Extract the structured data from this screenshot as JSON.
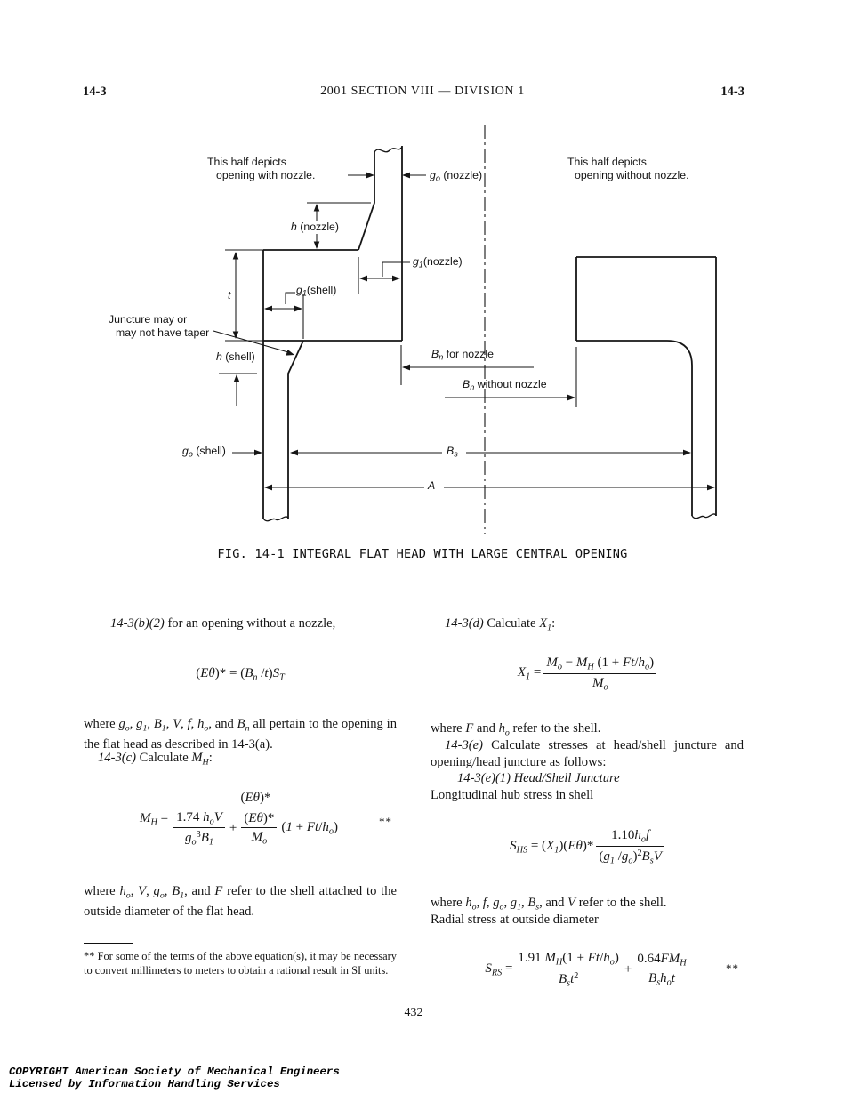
{
  "header": {
    "left": "14-3",
    "center": "2001 SECTION VIII — DIVISION 1",
    "right": "14-3"
  },
  "figure": {
    "caption": "FIG. 14-1  INTEGRAL FLAT HEAD WITH LARGE CENTRAL OPENING",
    "labels": {
      "left_note1": [
        [
          "r",
          "This half depicts"
        ]
      ],
      "left_note2": [
        [
          "r",
          "opening with nozzle."
        ]
      ],
      "right_note1": [
        [
          "r",
          "This half depicts"
        ]
      ],
      "right_note2": [
        [
          "r",
          "opening without nozzle."
        ]
      ],
      "go_nozzle": [
        [
          "i",
          "g"
        ],
        [
          "sub",
          "o"
        ],
        [
          "r",
          " (nozzle)"
        ]
      ],
      "h_nozzle": [
        [
          "i",
          "h"
        ],
        [
          "r",
          " (nozzle)"
        ]
      ],
      "g1_nozzle": [
        [
          "i",
          "g"
        ],
        [
          "sub",
          "1"
        ],
        [
          "r",
          "(nozzle)"
        ]
      ],
      "g1_shell": [
        [
          "i",
          "g"
        ],
        [
          "sub",
          "1"
        ],
        [
          "r",
          "(shell)"
        ]
      ],
      "t_dim": [
        [
          "i",
          "t"
        ]
      ],
      "juncture1": [
        [
          "r",
          "Juncture may or"
        ]
      ],
      "juncture2": [
        [
          "r",
          "may not have taper"
        ]
      ],
      "h_shell": [
        [
          "i",
          "h"
        ],
        [
          "r",
          " (shell)"
        ]
      ],
      "go_shell": [
        [
          "i",
          "g"
        ],
        [
          "sub",
          "o"
        ],
        [
          "r",
          " (shell)"
        ]
      ],
      "bn_nozzle": [
        [
          "i",
          "B"
        ],
        [
          "sub",
          "n"
        ],
        [
          "r",
          " for nozzle"
        ]
      ],
      "bn_without": [
        [
          "i",
          "B"
        ],
        [
          "sub",
          "n"
        ],
        [
          "r",
          " without nozzle"
        ]
      ],
      "bs_dim": [
        [
          "i",
          "B"
        ],
        [
          "sub",
          "s"
        ]
      ],
      "a_dim": [
        [
          "i",
          "A"
        ]
      ]
    }
  },
  "left_column": {
    "p1": [
      [
        "i",
        "14-3(b)(2)"
      ],
      [
        "r",
        " for an opening without a nozzle,"
      ]
    ],
    "eq1": {
      "body": [
        [
          "r",
          "("
        ],
        [
          "i",
          "Eθ"
        ],
        [
          "r",
          ")* = ("
        ],
        [
          "i",
          "B"
        ],
        [
          "sub",
          "n"
        ],
        [
          "r",
          " /"
        ],
        [
          "i",
          "t"
        ],
        [
          "r",
          ")"
        ],
        [
          "i",
          "S"
        ],
        [
          "sub",
          "T"
        ]
      ]
    },
    "p2": [
      [
        "r",
        "where "
      ],
      [
        "i",
        "g"
      ],
      [
        "sub",
        "o"
      ],
      [
        "r",
        ", "
      ],
      [
        "i",
        "g"
      ],
      [
        "sub",
        "1"
      ],
      [
        "r",
        ", "
      ],
      [
        "i",
        "B"
      ],
      [
        "sub",
        "1"
      ],
      [
        "r",
        ", "
      ],
      [
        "i",
        "V"
      ],
      [
        "r",
        ", "
      ],
      [
        "i",
        "f"
      ],
      [
        "r",
        ", "
      ],
      [
        "i",
        "h"
      ],
      [
        "sub",
        "o"
      ],
      [
        "r",
        ", and "
      ],
      [
        "i",
        "B"
      ],
      [
        "sub",
        "n"
      ],
      [
        "r",
        " all pertain to the opening in the flat head as described in 14-3(a)."
      ]
    ],
    "p3": [
      [
        "i",
        "14-3(c)"
      ],
      [
        "r",
        " Calculate "
      ],
      [
        "i",
        "M"
      ],
      [
        "sub",
        "H"
      ],
      [
        "r",
        ":"
      ]
    ],
    "eq_mh": {
      "lhs": [
        [
          "i",
          "M"
        ],
        [
          "sub",
          "H"
        ],
        [
          "r",
          " = "
        ]
      ],
      "num": [
        [
          "r",
          "("
        ],
        [
          "i",
          "Eθ"
        ],
        [
          "r",
          ")*"
        ]
      ],
      "f1n": [
        [
          "r",
          "1.74 "
        ],
        [
          "i",
          "h"
        ],
        [
          "sub",
          "o"
        ],
        [
          "i",
          "V"
        ]
      ],
      "f1d": [
        [
          "i",
          "g"
        ],
        [
          "sub",
          "o"
        ],
        [
          "sup",
          "3"
        ],
        [
          "i",
          "B"
        ],
        [
          "sub",
          "1"
        ]
      ],
      "plus": "+",
      "f2n": [
        [
          "r",
          "("
        ],
        [
          "i",
          "Eθ"
        ],
        [
          "r",
          ")*"
        ]
      ],
      "f2d": [
        [
          "i",
          "M"
        ],
        [
          "sub",
          "o"
        ]
      ],
      "tail": [
        [
          "r",
          "("
        ],
        [
          "i",
          "1"
        ],
        [
          "r",
          " + "
        ],
        [
          "i",
          "Ft"
        ],
        [
          "r",
          "/"
        ],
        [
          "i",
          "h"
        ],
        [
          "sub",
          "o"
        ],
        [
          "r",
          ")"
        ]
      ],
      "stars": "**"
    },
    "p4": [
      [
        "r",
        "where "
      ],
      [
        "i",
        "h"
      ],
      [
        "sub",
        "o"
      ],
      [
        "r",
        ", "
      ],
      [
        "i",
        "V"
      ],
      [
        "r",
        ", "
      ],
      [
        "i",
        "g"
      ],
      [
        "sub",
        "o"
      ],
      [
        "r",
        ", "
      ],
      [
        "i",
        "B"
      ],
      [
        "sub",
        "1"
      ],
      [
        "r",
        ", and "
      ],
      [
        "i",
        "F"
      ],
      [
        "r",
        " refer to the shell attached to the outside diameter of the flat head."
      ]
    ],
    "footnote": [
      [
        "r",
        "** For some of the terms of the above equation(s), it may be necessary to convert millimeters to meters to obtain a rational result in SI units."
      ]
    ]
  },
  "right_column": {
    "q1": [
      [
        "i",
        "14-3(d)"
      ],
      [
        "r",
        " Calculate "
      ],
      [
        "i",
        "X"
      ],
      [
        "sub",
        "1"
      ],
      [
        "r",
        ":"
      ]
    ],
    "eq_x1": {
      "lhs": [
        [
          "i",
          "X"
        ],
        [
          "sub",
          "1"
        ],
        [
          "r",
          " = "
        ]
      ],
      "num": [
        [
          "i",
          "M"
        ],
        [
          "sub",
          "o"
        ],
        [
          "r",
          " − "
        ],
        [
          "i",
          "M"
        ],
        [
          "sub",
          "H"
        ],
        [
          "r",
          " (1 + "
        ],
        [
          "i",
          "Ft"
        ],
        [
          "r",
          "/"
        ],
        [
          "i",
          "h"
        ],
        [
          "sub",
          "o"
        ],
        [
          "r",
          ")"
        ]
      ],
      "den": [
        [
          "i",
          "M"
        ],
        [
          "sub",
          "o"
        ]
      ]
    },
    "q2": [
      [
        "r",
        "where "
      ],
      [
        "i",
        "F"
      ],
      [
        "r",
        " and "
      ],
      [
        "i",
        "h"
      ],
      [
        "sub",
        "o"
      ],
      [
        "r",
        " refer to the shell."
      ]
    ],
    "q3": [
      [
        "i",
        "14-3(e)"
      ],
      [
        "r",
        " Calculate stresses at head/shell juncture and opening/head juncture as follows:"
      ]
    ],
    "q4": [
      [
        "i",
        "14-3(e)(1) Head/Shell Juncture"
      ]
    ],
    "q5": [
      [
        "r",
        "Longitudinal hub stress in shell"
      ]
    ],
    "eq_shs": {
      "lhs": [
        [
          "i",
          "S"
        ],
        [
          "sub",
          "HS"
        ],
        [
          "r",
          " = ("
        ],
        [
          "i",
          "X"
        ],
        [
          "sub",
          "1"
        ],
        [
          "r",
          ")("
        ],
        [
          "i",
          "Eθ"
        ],
        [
          "r",
          ")*"
        ]
      ],
      "num": [
        [
          "r",
          "1.10"
        ],
        [
          "i",
          "h"
        ],
        [
          "sub",
          "o"
        ],
        [
          "i",
          "f"
        ]
      ],
      "den": [
        [
          "r",
          "("
        ],
        [
          "i",
          "g"
        ],
        [
          "sub",
          "1"
        ],
        [
          "r",
          " /"
        ],
        [
          "i",
          "g"
        ],
        [
          "sub",
          "o"
        ],
        [
          "r",
          ")"
        ],
        [
          "sup",
          "2"
        ],
        [
          "i",
          "B"
        ],
        [
          "sub",
          "s"
        ],
        [
          "i",
          "V"
        ]
      ]
    },
    "q6": [
      [
        "r",
        "where "
      ],
      [
        "i",
        "h"
      ],
      [
        "sub",
        "o"
      ],
      [
        "r",
        ", "
      ],
      [
        "i",
        "f"
      ],
      [
        "r",
        ", "
      ],
      [
        "i",
        "g"
      ],
      [
        "sub",
        "o"
      ],
      [
        "r",
        ", "
      ],
      [
        "i",
        "g"
      ],
      [
        "sub",
        "1"
      ],
      [
        "r",
        ", "
      ],
      [
        "i",
        "B"
      ],
      [
        "sub",
        "s"
      ],
      [
        "r",
        ", and "
      ],
      [
        "i",
        "V"
      ],
      [
        "r",
        " refer to the shell."
      ]
    ],
    "q7": [
      [
        "r",
        "Radial stress at outside diameter"
      ]
    ],
    "eq_srs": {
      "lhs": [
        [
          "i",
          "S"
        ],
        [
          "sub",
          "RS"
        ],
        [
          "r",
          " = "
        ]
      ],
      "f1n": [
        [
          "r",
          "1.91 "
        ],
        [
          "i",
          "M"
        ],
        [
          "sub",
          "H"
        ],
        [
          "r",
          "(1 + "
        ],
        [
          "i",
          "Ft"
        ],
        [
          "r",
          "/"
        ],
        [
          "i",
          "h"
        ],
        [
          "sub",
          "o"
        ],
        [
          "r",
          ")"
        ]
      ],
      "f1d": [
        [
          "i",
          "B"
        ],
        [
          "sub",
          "s"
        ],
        [
          "i",
          "t"
        ],
        [
          "sup",
          "2"
        ]
      ],
      "plus": "+",
      "f2n": [
        [
          "r",
          "0.64"
        ],
        [
          "i",
          "FM"
        ],
        [
          "sub",
          "H"
        ]
      ],
      "f2d": [
        [
          "i",
          "B"
        ],
        [
          "sub",
          "s"
        ],
        [
          "i",
          "h"
        ],
        [
          "sub",
          "o"
        ],
        [
          "i",
          "t"
        ]
      ],
      "stars": "**"
    }
  },
  "footer": {
    "page_number": "432",
    "copyright_line1": "COPYRIGHT American Society of Mechanical Engineers",
    "copyright_line2": "Licensed by Information Handling Services"
  }
}
